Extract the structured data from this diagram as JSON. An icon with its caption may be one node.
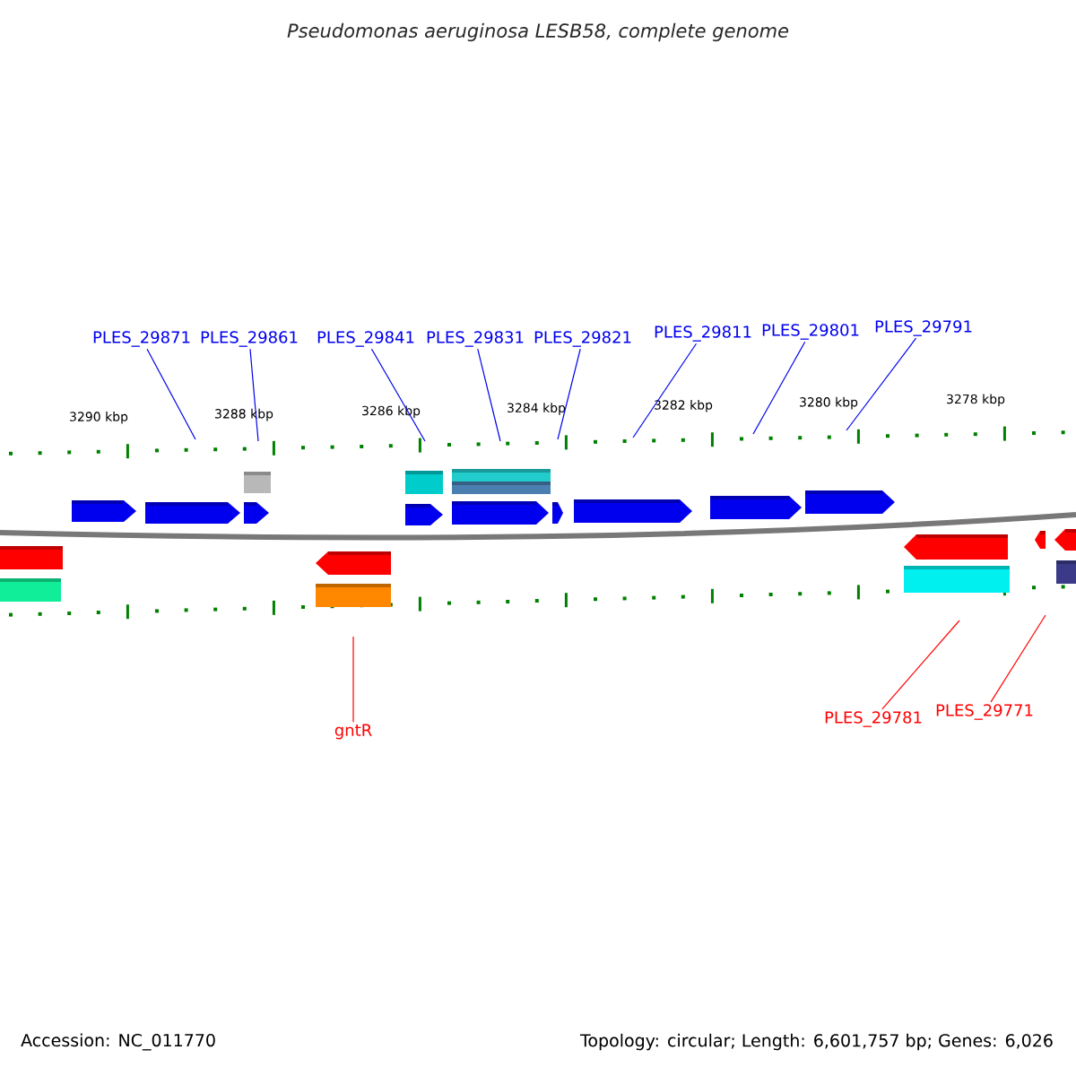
{
  "diagram": {
    "title": "Pseudomonas aeruginosa LESB58, complete genome",
    "nodes": [
      {
        "text": [
          "PLES_29871"
        ]
      },
      {
        "text": [
          "PLES_29861"
        ]
      },
      {
        "text": [
          "PLES_29841"
        ]
      },
      {
        "text": [
          "PLES_29831"
        ]
      },
      {
        "text": [
          "PLES_29821"
        ]
      },
      {
        "text": [
          "PLES_29811"
        ]
      },
      {
        "text": [
          "PLES_29801"
        ]
      },
      {
        "text": [
          "PLES_29791"
        ]
      },
      {
        "text": [
          "gntR"
        ]
      },
      {
        "text": [
          "PLES_29781"
        ]
      },
      {
        "text": [
          "PLES_29771"
        ]
      }
    ],
    "edges": [
      {
        "from": 0,
        "to": null,
        "arrow": "none"
      },
      {
        "from": 1,
        "to": null,
        "arrow": "none"
      },
      {
        "from": 2,
        "to": null,
        "arrow": "none"
      },
      {
        "from": 3,
        "to": null,
        "arrow": "none"
      },
      {
        "from": 4,
        "to": null,
        "arrow": "none"
      },
      {
        "from": 5,
        "to": null,
        "arrow": "none"
      },
      {
        "from": 6,
        "to": null,
        "arrow": "none"
      },
      {
        "from": 7,
        "to": null,
        "arrow": "none"
      },
      {
        "from": 8,
        "to": null,
        "arrow": "none",
        "color": "#ff0000"
      },
      {
        "from": 9,
        "to": null,
        "arrow": "none",
        "color": "#ff0000"
      },
      {
        "from": 10,
        "to": null,
        "arrow": "none",
        "color": "#ff0000"
      }
    ],
    "labels": [
      "3290 kbp",
      "3288 kbp",
      "3286 kbp",
      "3284 kbp",
      "3282 kbp",
      "3280 kbp",
      "3278 kbp",
      "Accession: NC_011770",
      "Topology: circular; Length: 6,601,757 bp; Genes: 6,026"
    ]
  }
}
